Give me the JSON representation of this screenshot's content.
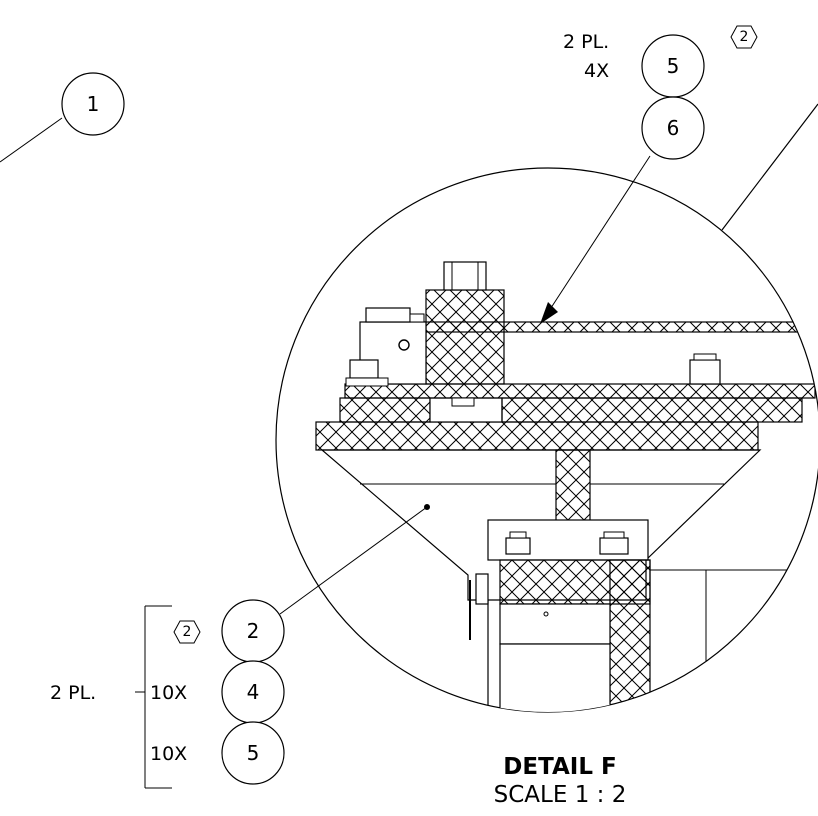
{
  "detail": {
    "title": "DETAIL F",
    "scale": "SCALE 1 : 2"
  },
  "balloons": {
    "b1": "1",
    "b5_top": "5",
    "b6": "6",
    "b2": "2",
    "b4": "4",
    "b5_bottom": "5"
  },
  "notes": {
    "top_2pl": "2 PL.",
    "top_4x": "4X",
    "top_flag": "2",
    "left_flag": "2",
    "left_2pl": "2 PL.",
    "qty_10x_a": "10X",
    "qty_10x_b": "10X"
  }
}
